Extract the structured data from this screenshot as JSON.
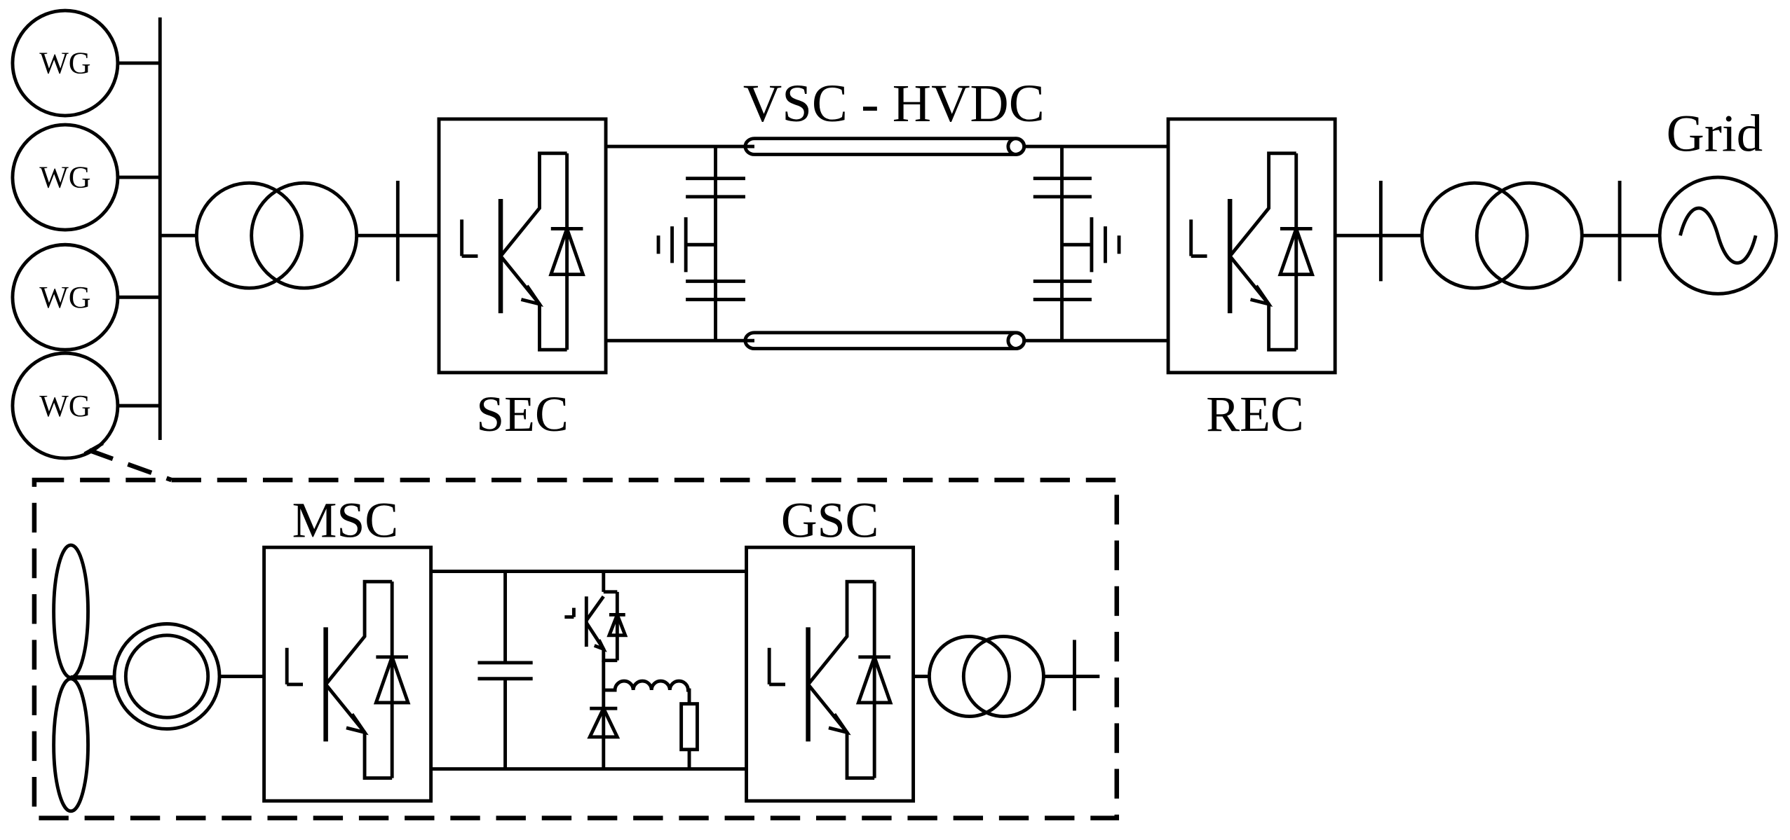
{
  "wind_farm": {
    "generators": [
      {
        "label": "WG"
      },
      {
        "label": "WG"
      },
      {
        "label": "WG"
      },
      {
        "label": "WG"
      }
    ]
  },
  "hvdc": {
    "link_label": "VSC - HVDC",
    "sending_converter": "SEC",
    "receiving_converter": "REC",
    "grid_label": "Grid"
  },
  "detail": {
    "machine_side_converter": "MSC",
    "grid_side_converter": "GSC"
  }
}
